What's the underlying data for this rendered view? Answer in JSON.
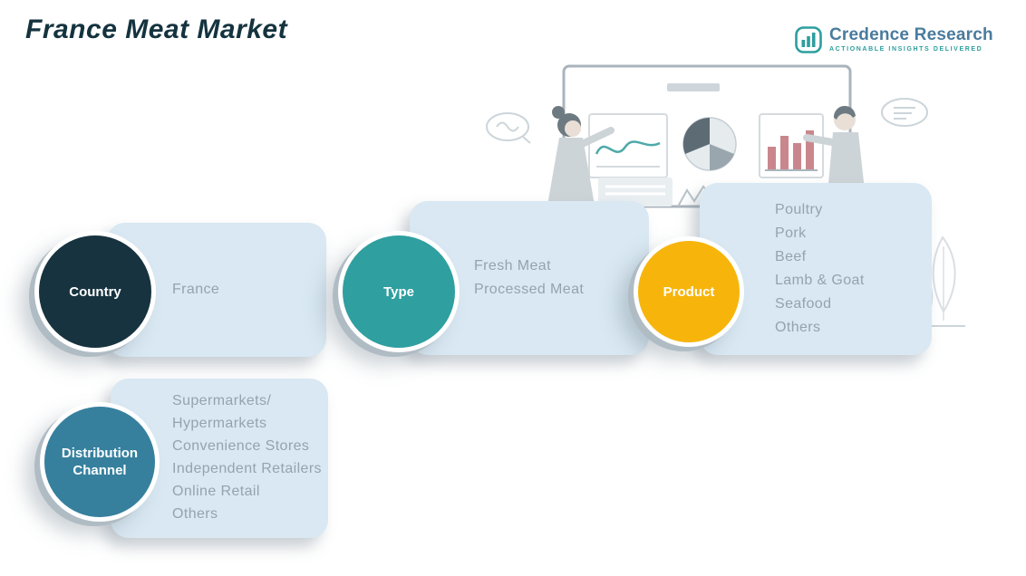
{
  "page": {
    "title": "France Meat Market"
  },
  "logo": {
    "name": "Credence Research",
    "tagline": "Actionable Insights Delivered",
    "accent_color": "#2d9e9e",
    "text_color": "#4a7b9d"
  },
  "panel_color": "#d9e8f2",
  "item_text_color": "#95a3ad",
  "segments": [
    {
      "id": "country",
      "label": "Country",
      "color": "#17333f",
      "items": [
        "France"
      ]
    },
    {
      "id": "type",
      "label": "Type",
      "color": "#2f9fa0",
      "items": [
        "Fresh Meat",
        "Processed Meat"
      ]
    },
    {
      "id": "product",
      "label": "Product",
      "color": "#f7b50c",
      "items": [
        "Poultry",
        "Pork",
        "Beef",
        "Lamb & Goat",
        "Seafood",
        "Others"
      ]
    },
    {
      "id": "distribution_channel",
      "label": "Distribution Channel",
      "color": "#36809e",
      "items": [
        "Supermarkets/ Hypermarkets",
        "Convenience Stores",
        "Independent Retailers",
        "Online Retail",
        "Others"
      ]
    }
  ]
}
